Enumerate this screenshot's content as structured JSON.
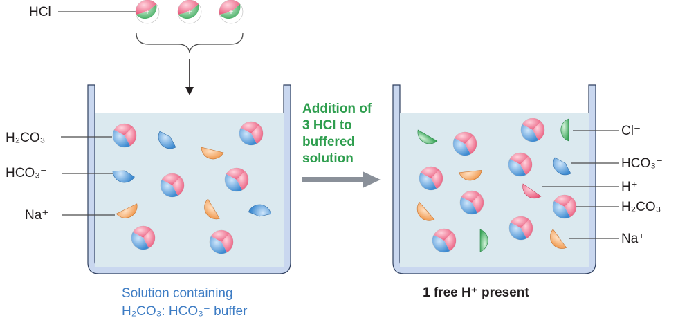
{
  "labels": {
    "hcl": "HCl",
    "caption_left_line1": "Solution containing",
    "caption_left_line2": "H₂CO₃: HCO₃⁻ buffer",
    "caption_right": "1 free H⁺ present",
    "arrow_text": [
      "Addition of",
      "3 HCl to",
      "buffered",
      "solution"
    ]
  },
  "left_labels": {
    "h2co3": "H₂CO₃",
    "hco3": "HCO₃⁻",
    "na": "Na⁺"
  },
  "right_labels": {
    "cl": "Cl⁻",
    "hco3": "HCO₃⁻",
    "h": "H⁺",
    "h2co3": "H₂CO₃",
    "na": "Na⁺"
  },
  "colors": {
    "hydrogen_pink": "#ee6f8c",
    "chloride_green": "#4db06a",
    "bicarbonate_blue": "#4a97d6",
    "sodium_orange": "#f3a05a",
    "water": "#dbe9ef",
    "beaker_wall": "#c9d7ef",
    "arrow_gray": "#8a9099"
  }
}
